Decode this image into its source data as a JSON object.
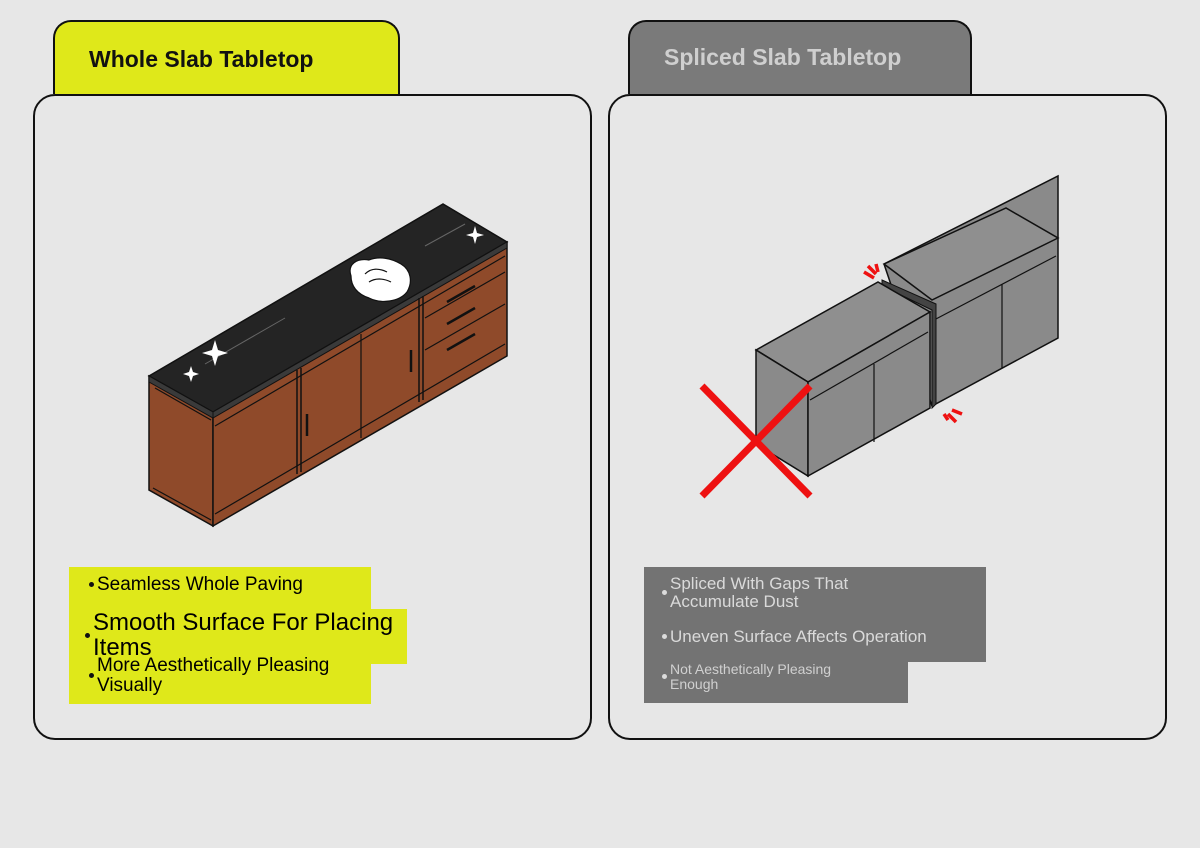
{
  "left": {
    "title": "Whole Slab Tabletop",
    "bullets": [
      "Seamless Whole Paving",
      "Smooth Surface For Placing Items",
      "More Aesthetically Pleasing Visually"
    ]
  },
  "right": {
    "title": "Spliced Slab Tabletop",
    "bullets": [
      "Spliced With Gaps That Accumulate Dust",
      "Uneven Surface Affects Operation",
      "Not Aesthetically Pleasing Enough"
    ]
  },
  "colors": {
    "accent_yellow": "#dfe81a",
    "gray_box": "#737373",
    "wood": "#8f4a2a",
    "tabletop": "#222222",
    "cross_red": "#ee1111"
  }
}
